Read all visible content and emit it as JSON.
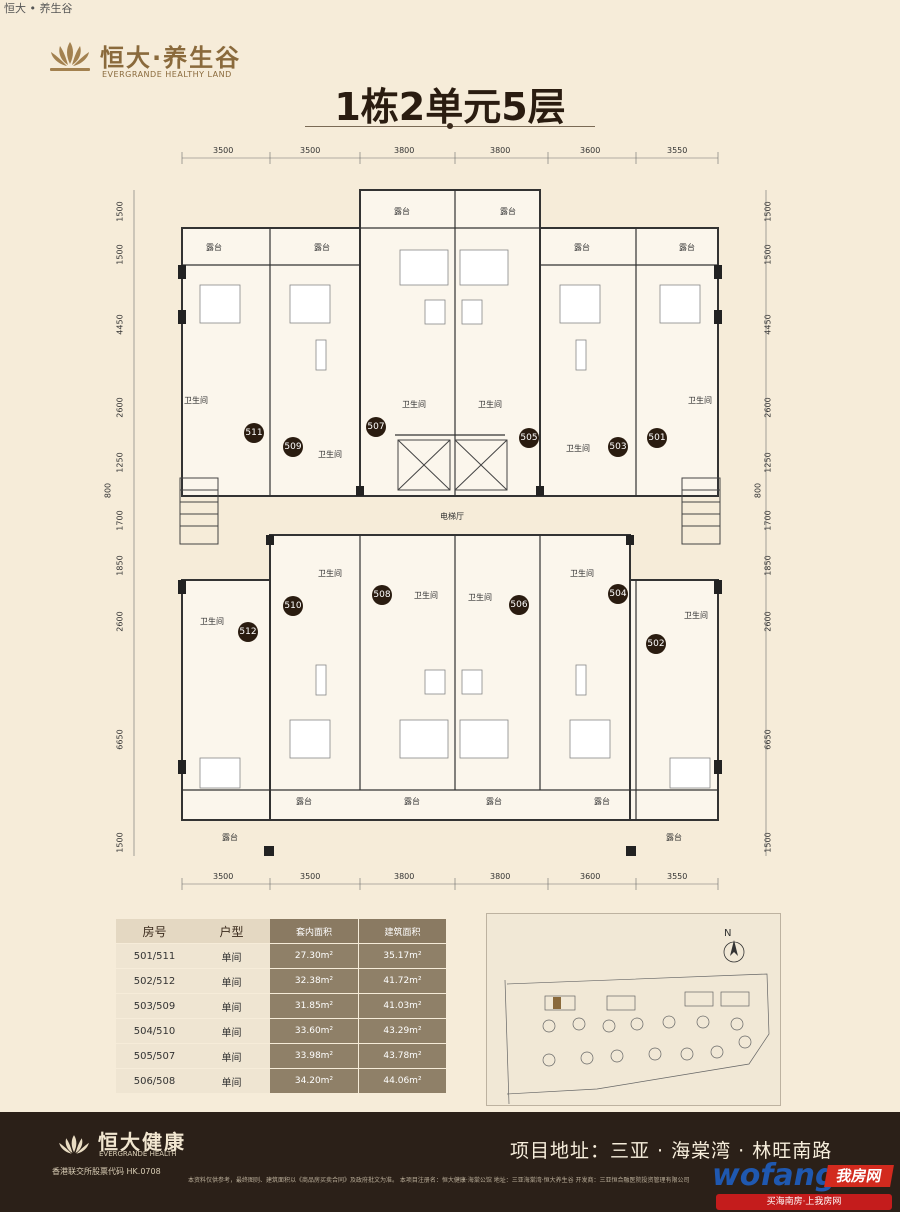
{
  "caption": "恒大 • 养生谷",
  "brand": {
    "cn": "恒大·养生谷",
    "en": "EVERGRANDE HEALTHY LAND"
  },
  "title": "1栋2单元5层",
  "dims_top": [
    "3500",
    "3500",
    "3800",
    "3800",
    "3600",
    "3550"
  ],
  "dims_bottom": [
    "3500",
    "3500",
    "3800",
    "3800",
    "3600",
    "3550"
  ],
  "dims_left": [
    "1500",
    "1500",
    "4450",
    "2600",
    "1250",
    "800",
    "1700",
    "1850",
    "2600",
    "6650",
    "1500"
  ],
  "dims_right": [
    "1500",
    "1500",
    "4450",
    "2600",
    "1250",
    "800",
    "1700",
    "1850",
    "2600",
    "6650",
    "1500"
  ],
  "plan_labels": {
    "terrace": "露台",
    "bathroom": "卫生间",
    "elevator_hall": "电梯厅"
  },
  "units_top": [
    "511",
    "509",
    "507",
    "505",
    "503",
    "501"
  ],
  "units_bottom": [
    "512",
    "510",
    "508",
    "506",
    "504",
    "502"
  ],
  "table": {
    "headers": [
      "房号",
      "户型",
      "套内面积",
      "建筑面积"
    ],
    "rows": [
      [
        "501/511",
        "单间",
        "27.30m²",
        "35.17m²"
      ],
      [
        "502/512",
        "单间",
        "32.38m²",
        "41.72m²"
      ],
      [
        "503/509",
        "单间",
        "31.85m²",
        "41.03m²"
      ],
      [
        "504/510",
        "单间",
        "33.60m²",
        "43.29m²"
      ],
      [
        "505/507",
        "单间",
        "33.98m²",
        "43.78m²"
      ],
      [
        "506/508",
        "单间",
        "34.20m²",
        "44.06m²"
      ]
    ]
  },
  "compass": "N",
  "footer": {
    "brand_cn": "恒大健康",
    "brand_en": "EVERGRANDE HEALTH",
    "stock": "香港联交所股票代码 HK.0708",
    "address": "项目地址：三亚 · 海棠湾 · 林旺南路",
    "disclaimer": "本资料仅供参考，最终图则、建筑面积以《商品房买卖合同》及政府批文为准。      本项目注册名：恒大健康·海棠公馆      地址：三亚海棠湾·恒大养生谷      开发商：三亚恒合融医院投资管理有限公司"
  },
  "watermark": {
    "word": "wofang",
    "badge": "我房网",
    "sub": "买海南房·上我房网"
  },
  "colors": {
    "background": "#f6ecd9",
    "footer": "#2b2018",
    "accent": "#8a6a3c",
    "table_dark": "#8f8068"
  }
}
